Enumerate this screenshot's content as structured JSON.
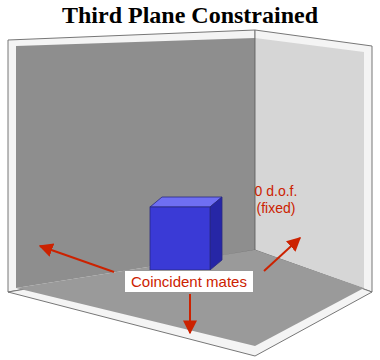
{
  "diagram": {
    "title": "Third Plane Constrained",
    "nodes": [
      {
        "text": [
          "Coincident mates"
        ]
      }
    ],
    "labels": [
      "0 d.o.f. (fixed)"
    ]
  }
}
